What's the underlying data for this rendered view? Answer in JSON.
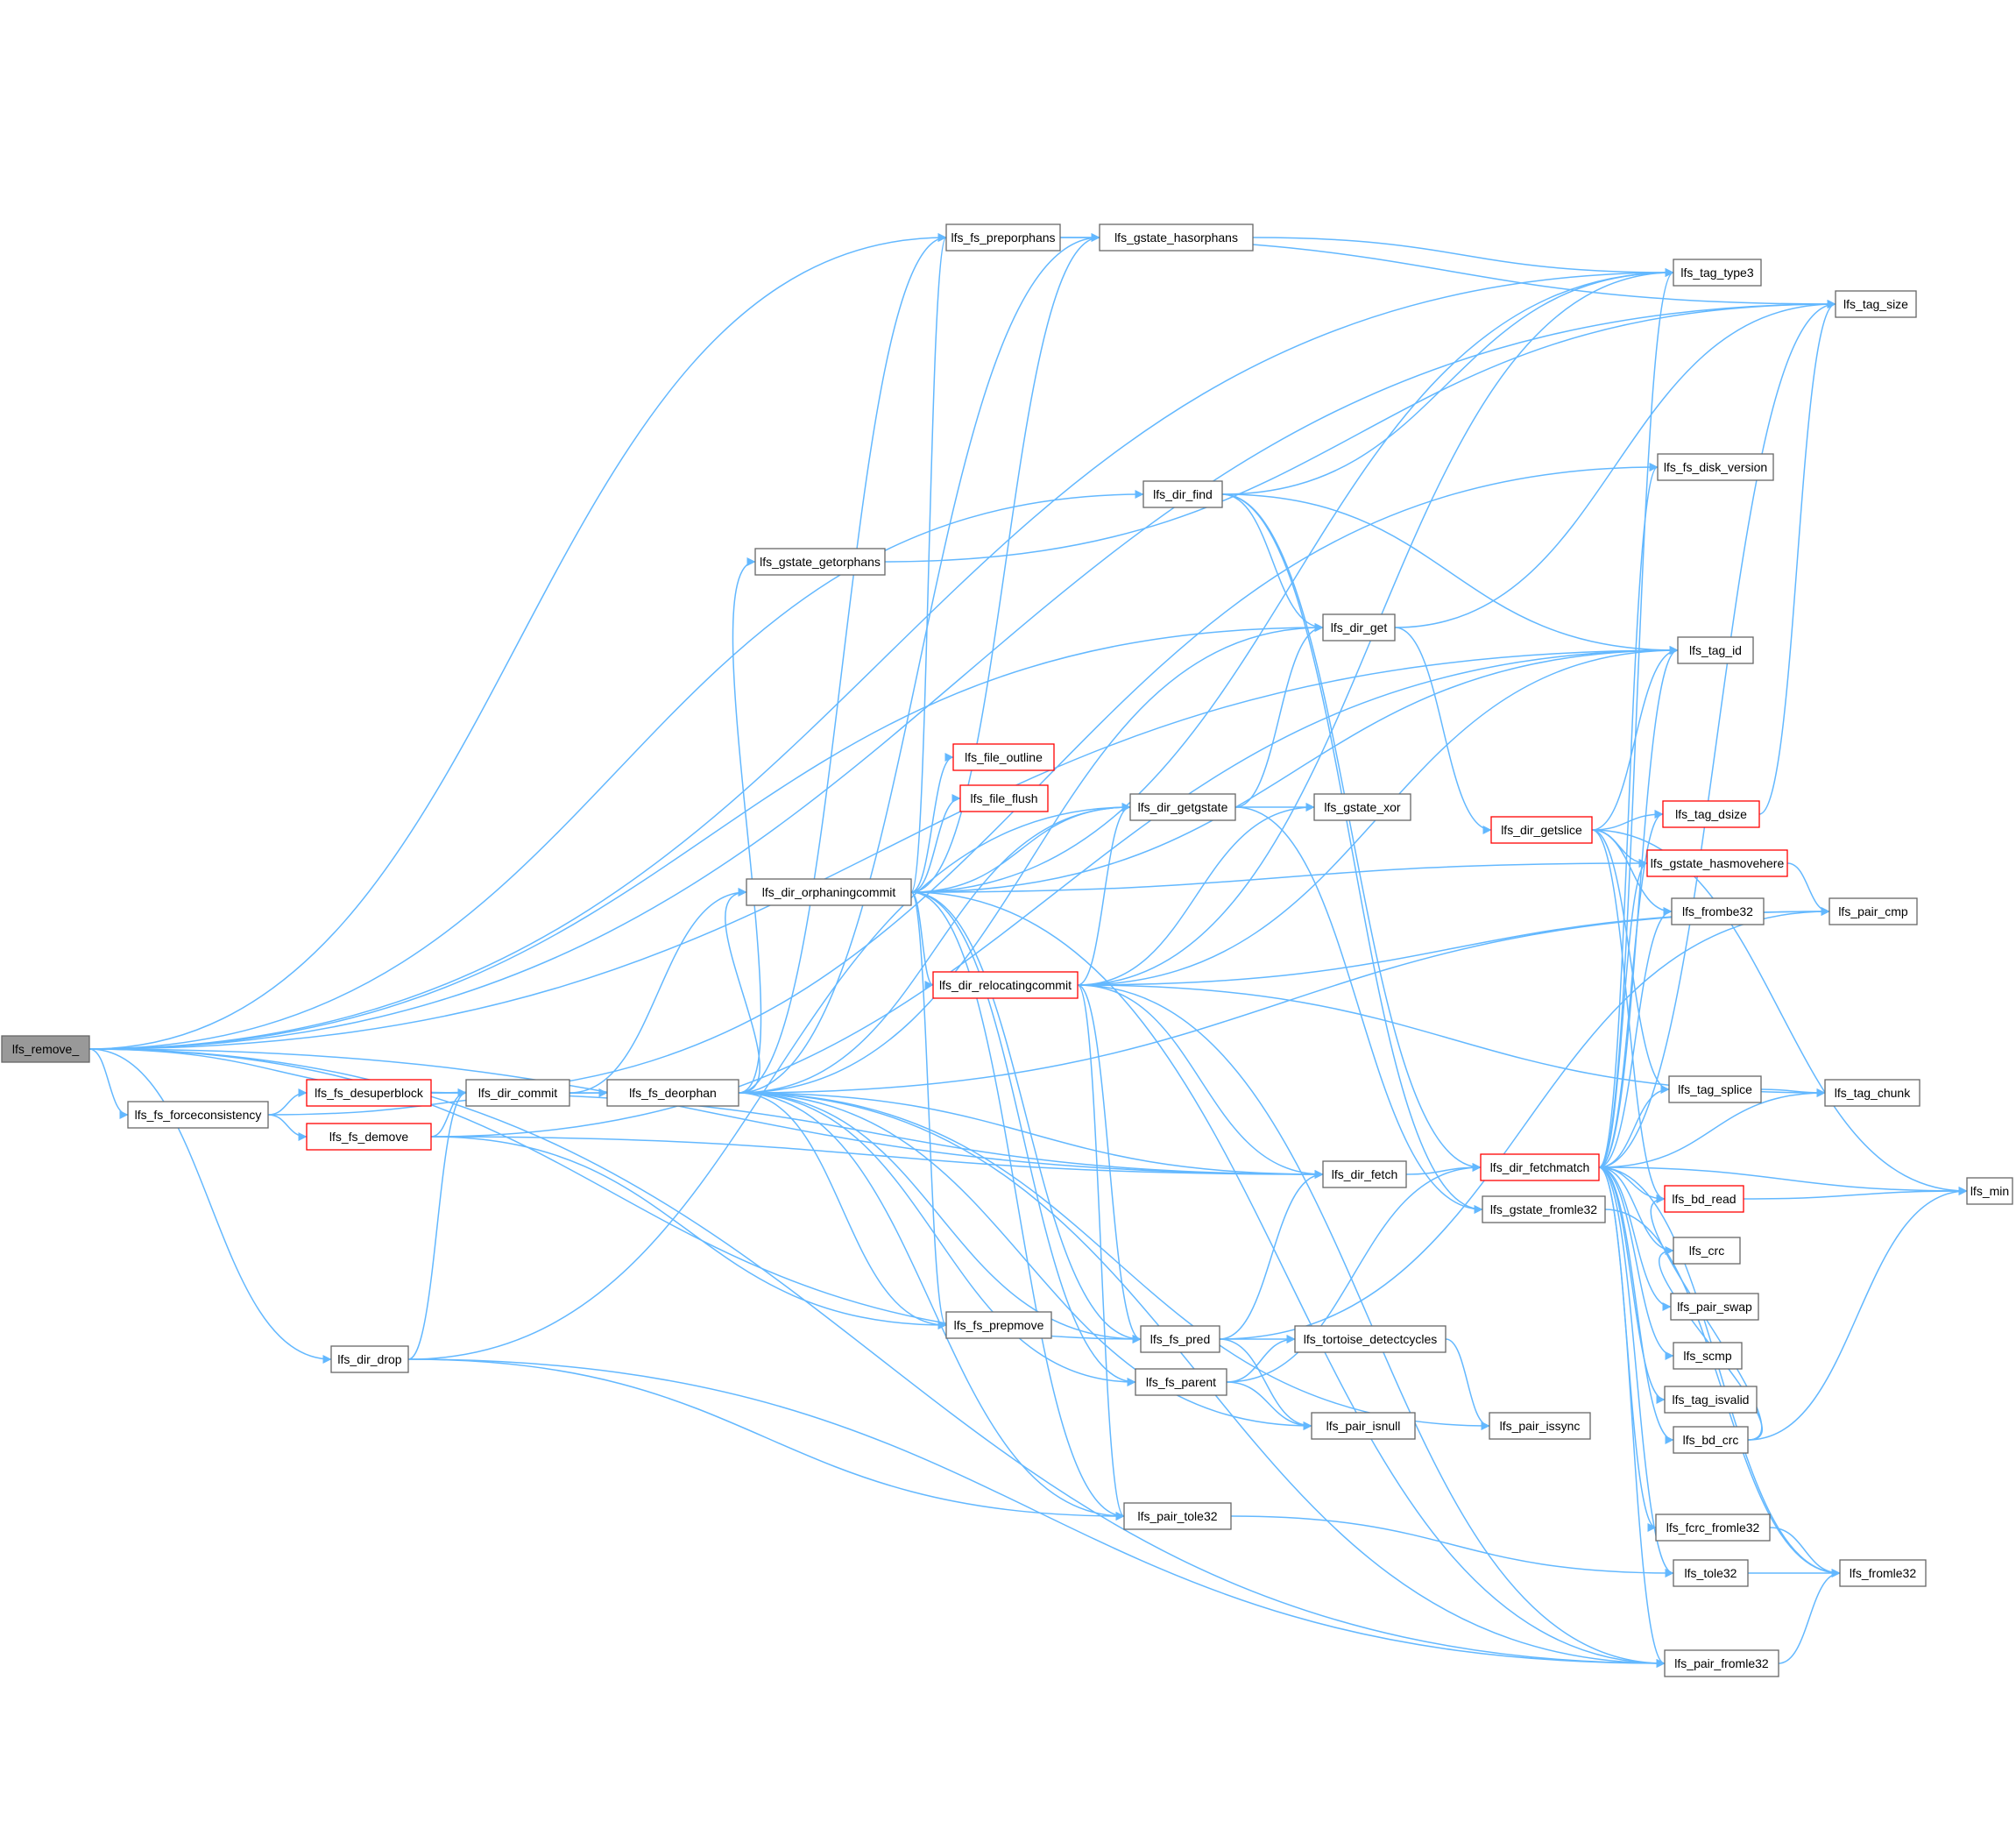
{
  "graph": {
    "colors": {
      "edge": "#63b8ff",
      "node_border": "#666666",
      "node_border_truncated": "#ff0000",
      "node_fill": "#ffffff",
      "root_fill": "#999999",
      "text": "#000000"
    },
    "nodes": [
      {
        "id": "remove",
        "label": "lfs_remove_",
        "kind": "root"
      },
      {
        "id": "forceconsistency",
        "label": "lfs_fs_forceconsistency",
        "kind": "normal"
      },
      {
        "id": "desuperblock",
        "label": "lfs_fs_desuperblock",
        "kind": "truncated"
      },
      {
        "id": "demove",
        "label": "lfs_fs_demove",
        "kind": "truncated"
      },
      {
        "id": "dir_drop",
        "label": "lfs_dir_drop",
        "kind": "normal"
      },
      {
        "id": "dir_commit",
        "label": "lfs_dir_commit",
        "kind": "normal"
      },
      {
        "id": "deorphan",
        "label": "lfs_fs_deorphan",
        "kind": "normal"
      },
      {
        "id": "gstate_getorphans",
        "label": "lfs_gstate_getorphans",
        "kind": "normal"
      },
      {
        "id": "orphaningcommit",
        "label": "lfs_dir_orphaningcommit",
        "kind": "normal"
      },
      {
        "id": "preporphans",
        "label": "lfs_fs_preporphans",
        "kind": "normal"
      },
      {
        "id": "gstate_hasorphans",
        "label": "lfs_gstate_hasorphans",
        "kind": "normal"
      },
      {
        "id": "file_outline",
        "label": "lfs_file_outline",
        "kind": "truncated"
      },
      {
        "id": "file_flush",
        "label": "lfs_file_flush",
        "kind": "truncated"
      },
      {
        "id": "relocatingcommit",
        "label": "lfs_dir_relocatingcommit",
        "kind": "truncated"
      },
      {
        "id": "prepmove",
        "label": "lfs_fs_prepmove",
        "kind": "normal"
      },
      {
        "id": "dir_find",
        "label": "lfs_dir_find",
        "kind": "normal"
      },
      {
        "id": "dir_get",
        "label": "lfs_dir_get",
        "kind": "normal"
      },
      {
        "id": "dir_getgstate",
        "label": "lfs_dir_getgstate",
        "kind": "normal"
      },
      {
        "id": "gstate_xor",
        "label": "lfs_gstate_xor",
        "kind": "normal"
      },
      {
        "id": "dir_fetch",
        "label": "lfs_dir_fetch",
        "kind": "normal"
      },
      {
        "id": "fs_pred",
        "label": "lfs_fs_pred",
        "kind": "normal"
      },
      {
        "id": "fs_parent",
        "label": "lfs_fs_parent",
        "kind": "normal"
      },
      {
        "id": "tortoise",
        "label": "lfs_tortoise_detectcycles",
        "kind": "normal"
      },
      {
        "id": "pair_isnull",
        "label": "lfs_pair_isnull",
        "kind": "normal"
      },
      {
        "id": "pair_tole32",
        "label": "lfs_pair_tole32",
        "kind": "normal"
      },
      {
        "id": "pair_issync",
        "label": "lfs_pair_issync",
        "kind": "normal"
      },
      {
        "id": "gstate_fromle32",
        "label": "lfs_gstate_fromle32",
        "kind": "normal"
      },
      {
        "id": "dir_getslice",
        "label": "lfs_dir_getslice",
        "kind": "truncated"
      },
      {
        "id": "dir_fetchmatch",
        "label": "lfs_dir_fetchmatch",
        "kind": "truncated"
      },
      {
        "id": "tag_type3",
        "label": "lfs_tag_type3",
        "kind": "normal"
      },
      {
        "id": "tag_size",
        "label": "lfs_tag_size",
        "kind": "normal"
      },
      {
        "id": "fs_disk_version",
        "label": "lfs_fs_disk_version",
        "kind": "normal"
      },
      {
        "id": "tag_id",
        "label": "lfs_tag_id",
        "kind": "normal"
      },
      {
        "id": "tag_dsize",
        "label": "lfs_tag_dsize",
        "kind": "truncated"
      },
      {
        "id": "gstate_hasmovehere",
        "label": "lfs_gstate_hasmovehere",
        "kind": "truncated"
      },
      {
        "id": "frombe32",
        "label": "lfs_frombe32",
        "kind": "normal"
      },
      {
        "id": "pair_cmp",
        "label": "lfs_pair_cmp",
        "kind": "normal"
      },
      {
        "id": "tag_splice",
        "label": "lfs_tag_splice",
        "kind": "normal"
      },
      {
        "id": "tag_chunk",
        "label": "lfs_tag_chunk",
        "kind": "normal"
      },
      {
        "id": "min",
        "label": "lfs_min",
        "kind": "normal"
      },
      {
        "id": "bd_read",
        "label": "lfs_bd_read",
        "kind": "truncated"
      },
      {
        "id": "crc",
        "label": "lfs_crc",
        "kind": "normal"
      },
      {
        "id": "pair_swap",
        "label": "lfs_pair_swap",
        "kind": "normal"
      },
      {
        "id": "scmp",
        "label": "lfs_scmp",
        "kind": "normal"
      },
      {
        "id": "tag_isvalid",
        "label": "lfs_tag_isvalid",
        "kind": "normal"
      },
      {
        "id": "bd_crc",
        "label": "lfs_bd_crc",
        "kind": "normal"
      },
      {
        "id": "fcrc_fromle32",
        "label": "lfs_fcrc_fromle32",
        "kind": "normal"
      },
      {
        "id": "tole32",
        "label": "lfs_tole32",
        "kind": "normal"
      },
      {
        "id": "fromle32",
        "label": "lfs_fromle32",
        "kind": "normal"
      },
      {
        "id": "pair_fromle32",
        "label": "lfs_pair_fromle32",
        "kind": "normal"
      }
    ],
    "edges": [
      [
        "remove",
        "forceconsistency"
      ],
      [
        "remove",
        "dir_drop"
      ],
      [
        "remove",
        "dir_commit"
      ],
      [
        "remove",
        "preporphans"
      ],
      [
        "remove",
        "dir_find"
      ],
      [
        "remove",
        "dir_get"
      ],
      [
        "remove",
        "tag_type3"
      ],
      [
        "remove",
        "tag_size"
      ],
      [
        "remove",
        "tag_id"
      ],
      [
        "remove",
        "dir_fetch"
      ],
      [
        "remove",
        "fs_pred"
      ],
      [
        "remove",
        "pair_fromle32"
      ],
      [
        "forceconsistency",
        "desuperblock"
      ],
      [
        "forceconsistency",
        "demove"
      ],
      [
        "forceconsistency",
        "deorphan"
      ],
      [
        "desuperblock",
        "dir_commit"
      ],
      [
        "desuperblock",
        "fs_disk_version"
      ],
      [
        "desuperblock",
        "dir_fetch"
      ],
      [
        "demove",
        "dir_commit"
      ],
      [
        "demove",
        "dir_fetch"
      ],
      [
        "demove",
        "prepmove"
      ],
      [
        "demove",
        "tag_id"
      ],
      [
        "dir_drop",
        "dir_commit"
      ],
      [
        "dir_drop",
        "dir_getgstate"
      ],
      [
        "dir_drop",
        "pair_tole32"
      ],
      [
        "dir_drop",
        "pair_fromle32"
      ],
      [
        "dir_commit",
        "deorphan"
      ],
      [
        "dir_commit",
        "orphaningcommit"
      ],
      [
        "deorphan",
        "orphaningcommit"
      ],
      [
        "deorphan",
        "gstate_getorphans"
      ],
      [
        "deorphan",
        "preporphans"
      ],
      [
        "deorphan",
        "gstate_hasorphans"
      ],
      [
        "deorphan",
        "dir_get"
      ],
      [
        "deorphan",
        "dir_getgstate"
      ],
      [
        "deorphan",
        "dir_fetch"
      ],
      [
        "deorphan",
        "fs_pred"
      ],
      [
        "deorphan",
        "fs_parent"
      ],
      [
        "deorphan",
        "pair_isnull"
      ],
      [
        "deorphan",
        "pair_tole32"
      ],
      [
        "deorphan",
        "pair_issync"
      ],
      [
        "deorphan",
        "pair_fromle32"
      ],
      [
        "deorphan",
        "pair_cmp"
      ],
      [
        "deorphan",
        "prepmove"
      ],
      [
        "gstate_getorphans",
        "tag_size"
      ],
      [
        "preporphans",
        "gstate_hasorphans"
      ],
      [
        "preporphans",
        "tag_size"
      ],
      [
        "gstate_hasorphans",
        "tag_type3"
      ],
      [
        "orphaningcommit",
        "preporphans"
      ],
      [
        "orphaningcommit",
        "gstate_hasorphans"
      ],
      [
        "orphaningcommit",
        "file_outline"
      ],
      [
        "orphaningcommit",
        "file_flush"
      ],
      [
        "orphaningcommit",
        "dir_getgstate"
      ],
      [
        "orphaningcommit",
        "relocatingcommit"
      ],
      [
        "orphaningcommit",
        "prepmove"
      ],
      [
        "orphaningcommit",
        "fs_pred"
      ],
      [
        "orphaningcommit",
        "fs_parent"
      ],
      [
        "orphaningcommit",
        "pair_tole32"
      ],
      [
        "orphaningcommit",
        "pair_fromle32"
      ],
      [
        "orphaningcommit",
        "tag_type3"
      ],
      [
        "orphaningcommit",
        "tag_id"
      ],
      [
        "orphaningcommit",
        "gstate_hasmovehere"
      ],
      [
        "relocatingcommit",
        "dir_getgstate"
      ],
      [
        "relocatingcommit",
        "gstate_xor"
      ],
      [
        "relocatingcommit",
        "dir_fetch"
      ],
      [
        "relocatingcommit",
        "fs_pred"
      ],
      [
        "relocatingcommit",
        "pair_tole32"
      ],
      [
        "relocatingcommit",
        "pair_fromle32"
      ],
      [
        "relocatingcommit",
        "tag_type3"
      ],
      [
        "relocatingcommit",
        "tag_id"
      ],
      [
        "relocatingcommit",
        "pair_cmp"
      ],
      [
        "relocatingcommit",
        "tag_chunk"
      ],
      [
        "dir_find",
        "dir_get"
      ],
      [
        "dir_find",
        "tag_type3"
      ],
      [
        "dir_find",
        "tag_id"
      ],
      [
        "dir_find",
        "dir_fetchmatch"
      ],
      [
        "dir_find",
        "gstate_fromle32"
      ],
      [
        "dir_get",
        "dir_getslice"
      ],
      [
        "dir_get",
        "tag_size"
      ],
      [
        "dir_getgstate",
        "dir_get"
      ],
      [
        "dir_getgstate",
        "gstate_xor"
      ],
      [
        "dir_getgstate",
        "gstate_fromle32"
      ],
      [
        "dir_fetch",
        "dir_fetchmatch"
      ],
      [
        "fs_pred",
        "dir_fetch"
      ],
      [
        "fs_pred",
        "tortoise"
      ],
      [
        "fs_pred",
        "pair_isnull"
      ],
      [
        "fs_pred",
        "pair_cmp"
      ],
      [
        "fs_parent",
        "dir_fetchmatch"
      ],
      [
        "fs_parent",
        "tortoise"
      ],
      [
        "fs_parent",
        "pair_isnull"
      ],
      [
        "tortoise",
        "pair_issync"
      ],
      [
        "pair_tole32",
        "tole32"
      ],
      [
        "gstate_fromle32",
        "fromle32"
      ],
      [
        "dir_getslice",
        "tag_id"
      ],
      [
        "dir_getslice",
        "tag_dsize"
      ],
      [
        "dir_getslice",
        "gstate_hasmovehere"
      ],
      [
        "dir_getslice",
        "frombe32"
      ],
      [
        "dir_getslice",
        "tag_splice"
      ],
      [
        "dir_getslice",
        "min"
      ],
      [
        "dir_getslice",
        "bd_read"
      ],
      [
        "tag_dsize",
        "tag_size"
      ],
      [
        "gstate_hasmovehere",
        "pair_cmp"
      ],
      [
        "tag_splice",
        "tag_chunk"
      ],
      [
        "dir_fetchmatch",
        "tag_type3"
      ],
      [
        "dir_fetchmatch",
        "tag_size"
      ],
      [
        "dir_fetchmatch",
        "fs_disk_version"
      ],
      [
        "dir_fetchmatch",
        "tag_id"
      ],
      [
        "dir_fetchmatch",
        "tag_dsize"
      ],
      [
        "dir_fetchmatch",
        "gstate_hasmovehere"
      ],
      [
        "dir_fetchmatch",
        "frombe32"
      ],
      [
        "dir_fetchmatch",
        "tag_splice"
      ],
      [
        "dir_fetchmatch",
        "tag_chunk"
      ],
      [
        "dir_fetchmatch",
        "min"
      ],
      [
        "dir_fetchmatch",
        "bd_read"
      ],
      [
        "dir_fetchmatch",
        "crc"
      ],
      [
        "dir_fetchmatch",
        "pair_swap"
      ],
      [
        "dir_fetchmatch",
        "scmp"
      ],
      [
        "dir_fetchmatch",
        "tag_isvalid"
      ],
      [
        "dir_fetchmatch",
        "bd_crc"
      ],
      [
        "dir_fetchmatch",
        "fcrc_fromle32"
      ],
      [
        "dir_fetchmatch",
        "tole32"
      ],
      [
        "dir_fetchmatch",
        "fromle32"
      ],
      [
        "dir_fetchmatch",
        "pair_fromle32"
      ],
      [
        "bd_read",
        "min"
      ],
      [
        "bd_crc",
        "bd_read"
      ],
      [
        "bd_crc",
        "crc"
      ],
      [
        "bd_crc",
        "min"
      ],
      [
        "fcrc_fromle32",
        "fromle32"
      ],
      [
        "tole32",
        "fromle32"
      ],
      [
        "pair_fromle32",
        "fromle32"
      ]
    ]
  }
}
